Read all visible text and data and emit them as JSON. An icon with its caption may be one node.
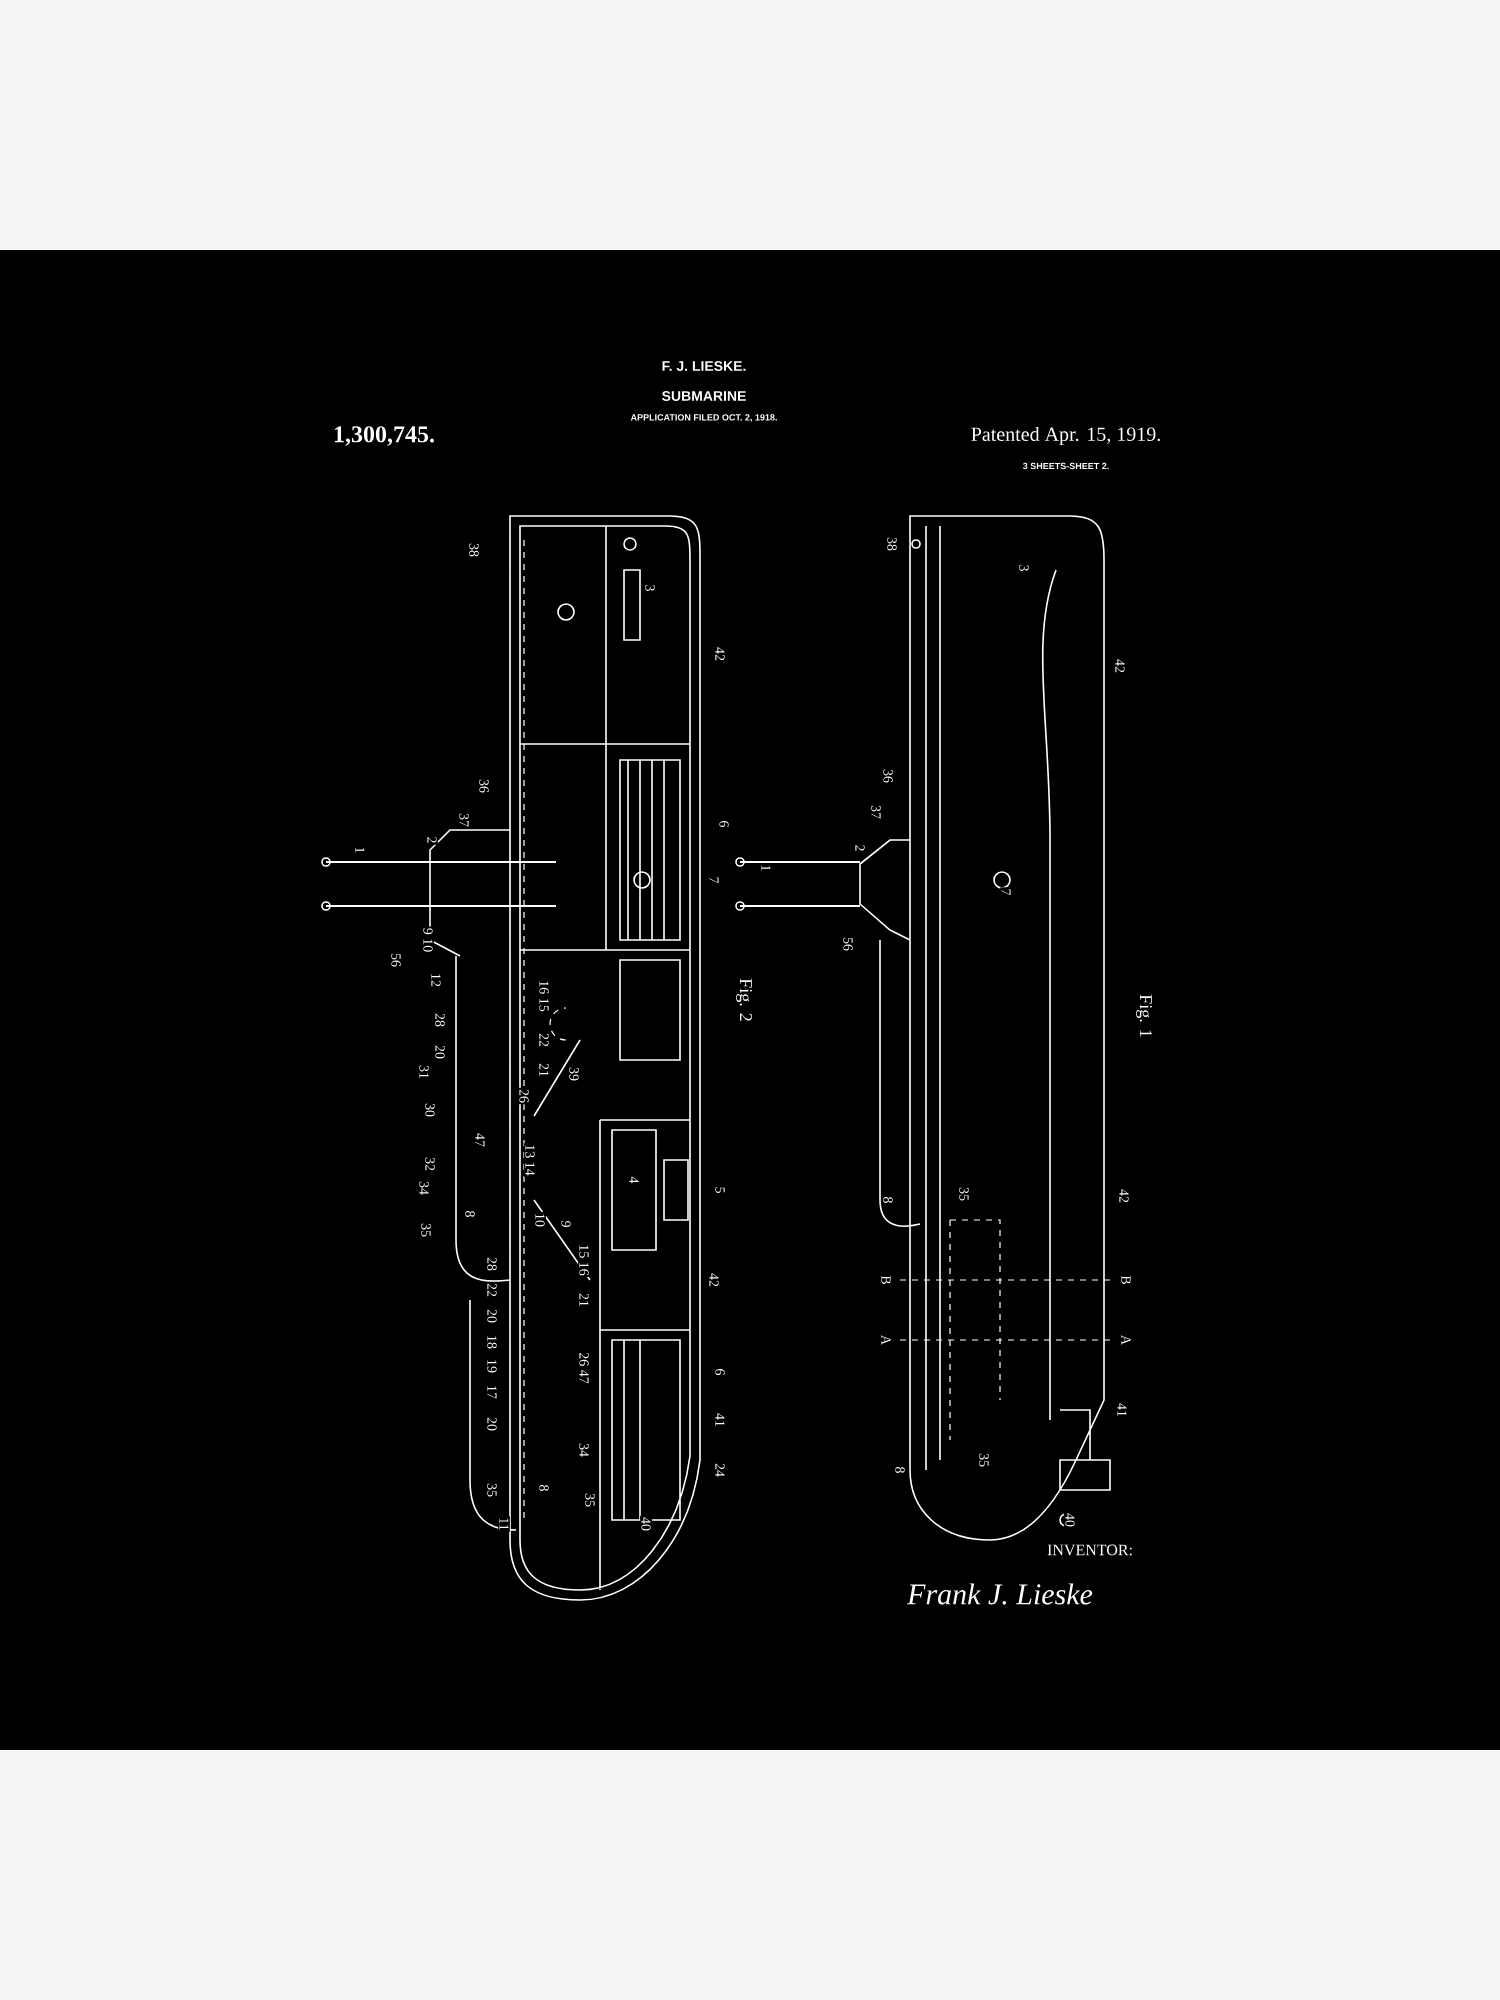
{
  "diagram": {
    "title": "SUBMARINE",
    "labels": [
      "F. J. LIESKE.",
      "APPLICATION FILED OCT. 2, 1918.",
      "1,300,745.",
      "Patented Apr. 15, 1919.",
      "3 SHEETS-SHEET 2.",
      "38",
      "3",
      "42",
      "36",
      "37",
      "2",
      "1",
      "6",
      "7",
      "56",
      "9 10",
      "12",
      "28",
      "20",
      "31",
      "30",
      "16 15",
      "22",
      "21",
      "26",
      "39",
      "Fig. 2",
      "47",
      "32",
      "13 14",
      "34",
      "35",
      "8",
      "10",
      "9",
      "4",
      "5",
      "42",
      "28",
      "15 16",
      "22",
      "20",
      "21",
      "18",
      "19",
      "26 47",
      "17",
      "20",
      "34",
      "35",
      "8",
      "35",
      "11",
      "40",
      "6",
      "41",
      "24",
      "38",
      "3",
      "42",
      "36",
      "37",
      "2",
      "1",
      "7",
      "56",
      "Fig. 1",
      "8",
      "35",
      "42",
      "B",
      "B",
      "A",
      "A",
      "41",
      "8",
      "35",
      "40",
      "INVENTOR:",
      "Frank J. Lieske"
    ]
  }
}
